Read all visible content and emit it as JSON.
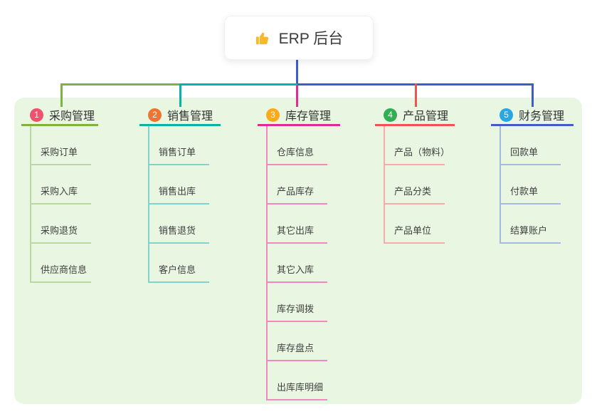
{
  "root": {
    "label": "ERP 后台",
    "icon": "thumbs-up-icon",
    "icon_color": "#f5b82e",
    "connector_color": "#3f5ccd"
  },
  "panel": {
    "bg": "#e9f6e2"
  },
  "columns": [
    {
      "badge": "1",
      "title": "采购管理",
      "badge_color": "#f0516f",
      "branch_color": "#7cb342",
      "light_color": "#b9da9c",
      "items": [
        "采购订单",
        "采购入库",
        "采购退货",
        "供应商信息"
      ]
    },
    {
      "badge": "2",
      "title": "销售管理",
      "badge_color": "#ee7430",
      "branch_color": "#0cb2a6",
      "light_color": "#82d3cb",
      "items": [
        "销售订单",
        "销售出库",
        "销售退货",
        "客户信息"
      ]
    },
    {
      "badge": "3",
      "title": "库存管理",
      "badge_color": "#fbaa1a",
      "branch_color": "#dd2d92",
      "light_color": "#f387bf",
      "items": [
        "仓库信息",
        "产品库存",
        "其它出库",
        "其它入库",
        "库存调拨",
        "库存盘点",
        "出库库明细"
      ]
    },
    {
      "badge": "4",
      "title": "产品管理",
      "badge_color": "#30af55",
      "branch_color": "#f2534f",
      "light_color": "#f8aba9",
      "items": [
        "产品（物料）",
        "产品分类",
        "产品单位"
      ]
    },
    {
      "badge": "5",
      "title": "财务管理",
      "badge_color": "#2aa7e1",
      "branch_color": "#3f5ccd",
      "light_color": "#a6badf",
      "items": [
        "回款单",
        "付款单",
        "结算账户"
      ]
    }
  ]
}
